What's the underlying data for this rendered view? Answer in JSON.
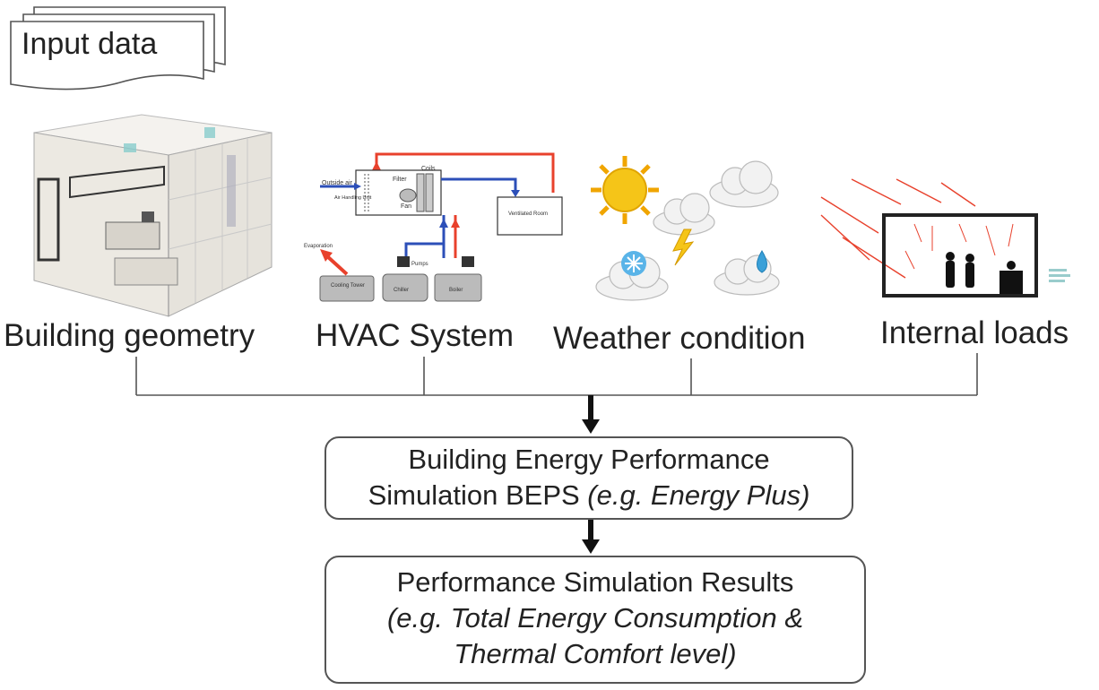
{
  "input_doc": {
    "label": "Input data"
  },
  "inputs": [
    {
      "id": "building",
      "label": "Building geometry",
      "icon": "building-3d-model"
    },
    {
      "id": "hvac",
      "label": "HVAC System",
      "icon": "hvac-schematic"
    },
    {
      "id": "weather",
      "label": "Weather condition",
      "icon": "weather-icons"
    },
    {
      "id": "loads",
      "label": "Internal loads",
      "icon": "internal-loads-diagram"
    }
  ],
  "hvac_schematic": {
    "outside_air": "Outside air",
    "filter": "Filter",
    "coils": "Coils",
    "fan": "Fan",
    "ahu": "Air Handling Unit",
    "room": "Ventilated Room",
    "evaporation": "Evaporation",
    "pumps": "Pumps",
    "cooling_tower": "Cooling Tower",
    "chiller": "Chiller",
    "boiler": "Boiler"
  },
  "beps": {
    "line1": "Building Energy Performance",
    "line2_plain": "Simulation BEPS ",
    "line2_italic": "(e.g. Energy Plus)"
  },
  "results": {
    "line1": "Performance Simulation Results",
    "line2": "(e.g. Total Energy Consumption &",
    "line3": "Thermal Comfort level)"
  },
  "colors": {
    "border": "#555555",
    "connector": "#555555",
    "arrow": "#111111",
    "hvac_red": "#e8412c",
    "hvac_blue": "#2c4fb8",
    "sun": "#f5c518",
    "drop": "#3aa0d8"
  }
}
